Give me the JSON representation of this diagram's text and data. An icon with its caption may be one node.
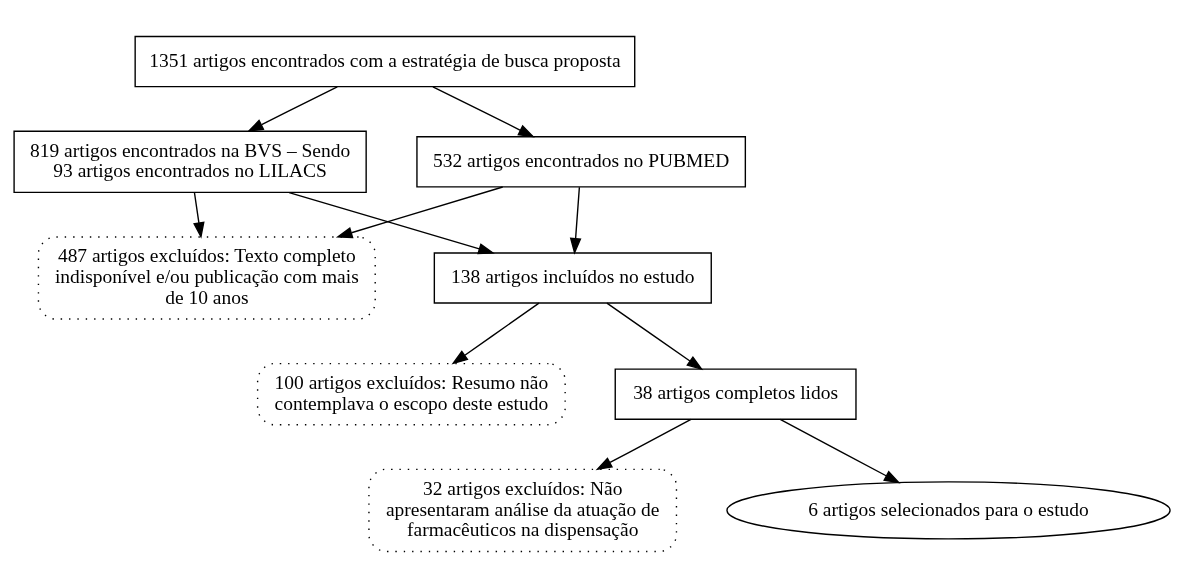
{
  "diagram": {
    "nodes": [
      {
        "text": [
          "1351 artigos encontrados com a estratégia de busca proposta"
        ]
      },
      {
        "text": [
          "819 artigos encontrados na BVS – Sendo 93 artigos encontrados no LILACS"
        ]
      },
      {
        "text": [
          "532 artigos encontrados no PUBMED"
        ]
      },
      {
        "text": [
          "487 artigos excluídos: Texto completo indisponível e/ou publicação com mais de 10 anos"
        ]
      },
      {
        "text": [
          "138 artigos incluídos no estudo"
        ]
      },
      {
        "text": [
          "100 artigos excluídos: Resumo não contemplava o escopo deste estudo"
        ]
      },
      {
        "text": [
          "38 artigos completos lidos"
        ]
      },
      {
        "text": [
          "32 artigos excluídos: Não apresentaram análise da atuação de farmacêuticos na dispensação"
        ]
      },
      {
        "text": [
          "6 artigos selecionados para o estudo"
        ]
      }
    ],
    "edges": [
      {
        "from": 0,
        "to": 1,
        "arrow": "to"
      },
      {
        "from": 0,
        "to": 2,
        "arrow": "to"
      },
      {
        "from": 1,
        "to": 4,
        "arrow": "to"
      },
      {
        "from": 2,
        "to": 4,
        "arrow": "to"
      },
      {
        "from": 1,
        "to": 3,
        "arrow": "to"
      },
      {
        "from": 2,
        "to": 3,
        "arrow": "to"
      },
      {
        "from": 4,
        "to": 5,
        "arrow": "to"
      },
      {
        "from": 4,
        "to": 6,
        "arrow": "to"
      },
      {
        "from": 6,
        "to": 7,
        "arrow": "to"
      },
      {
        "from": 6,
        "to": 8,
        "arrow": "to"
      }
    ]
  }
}
